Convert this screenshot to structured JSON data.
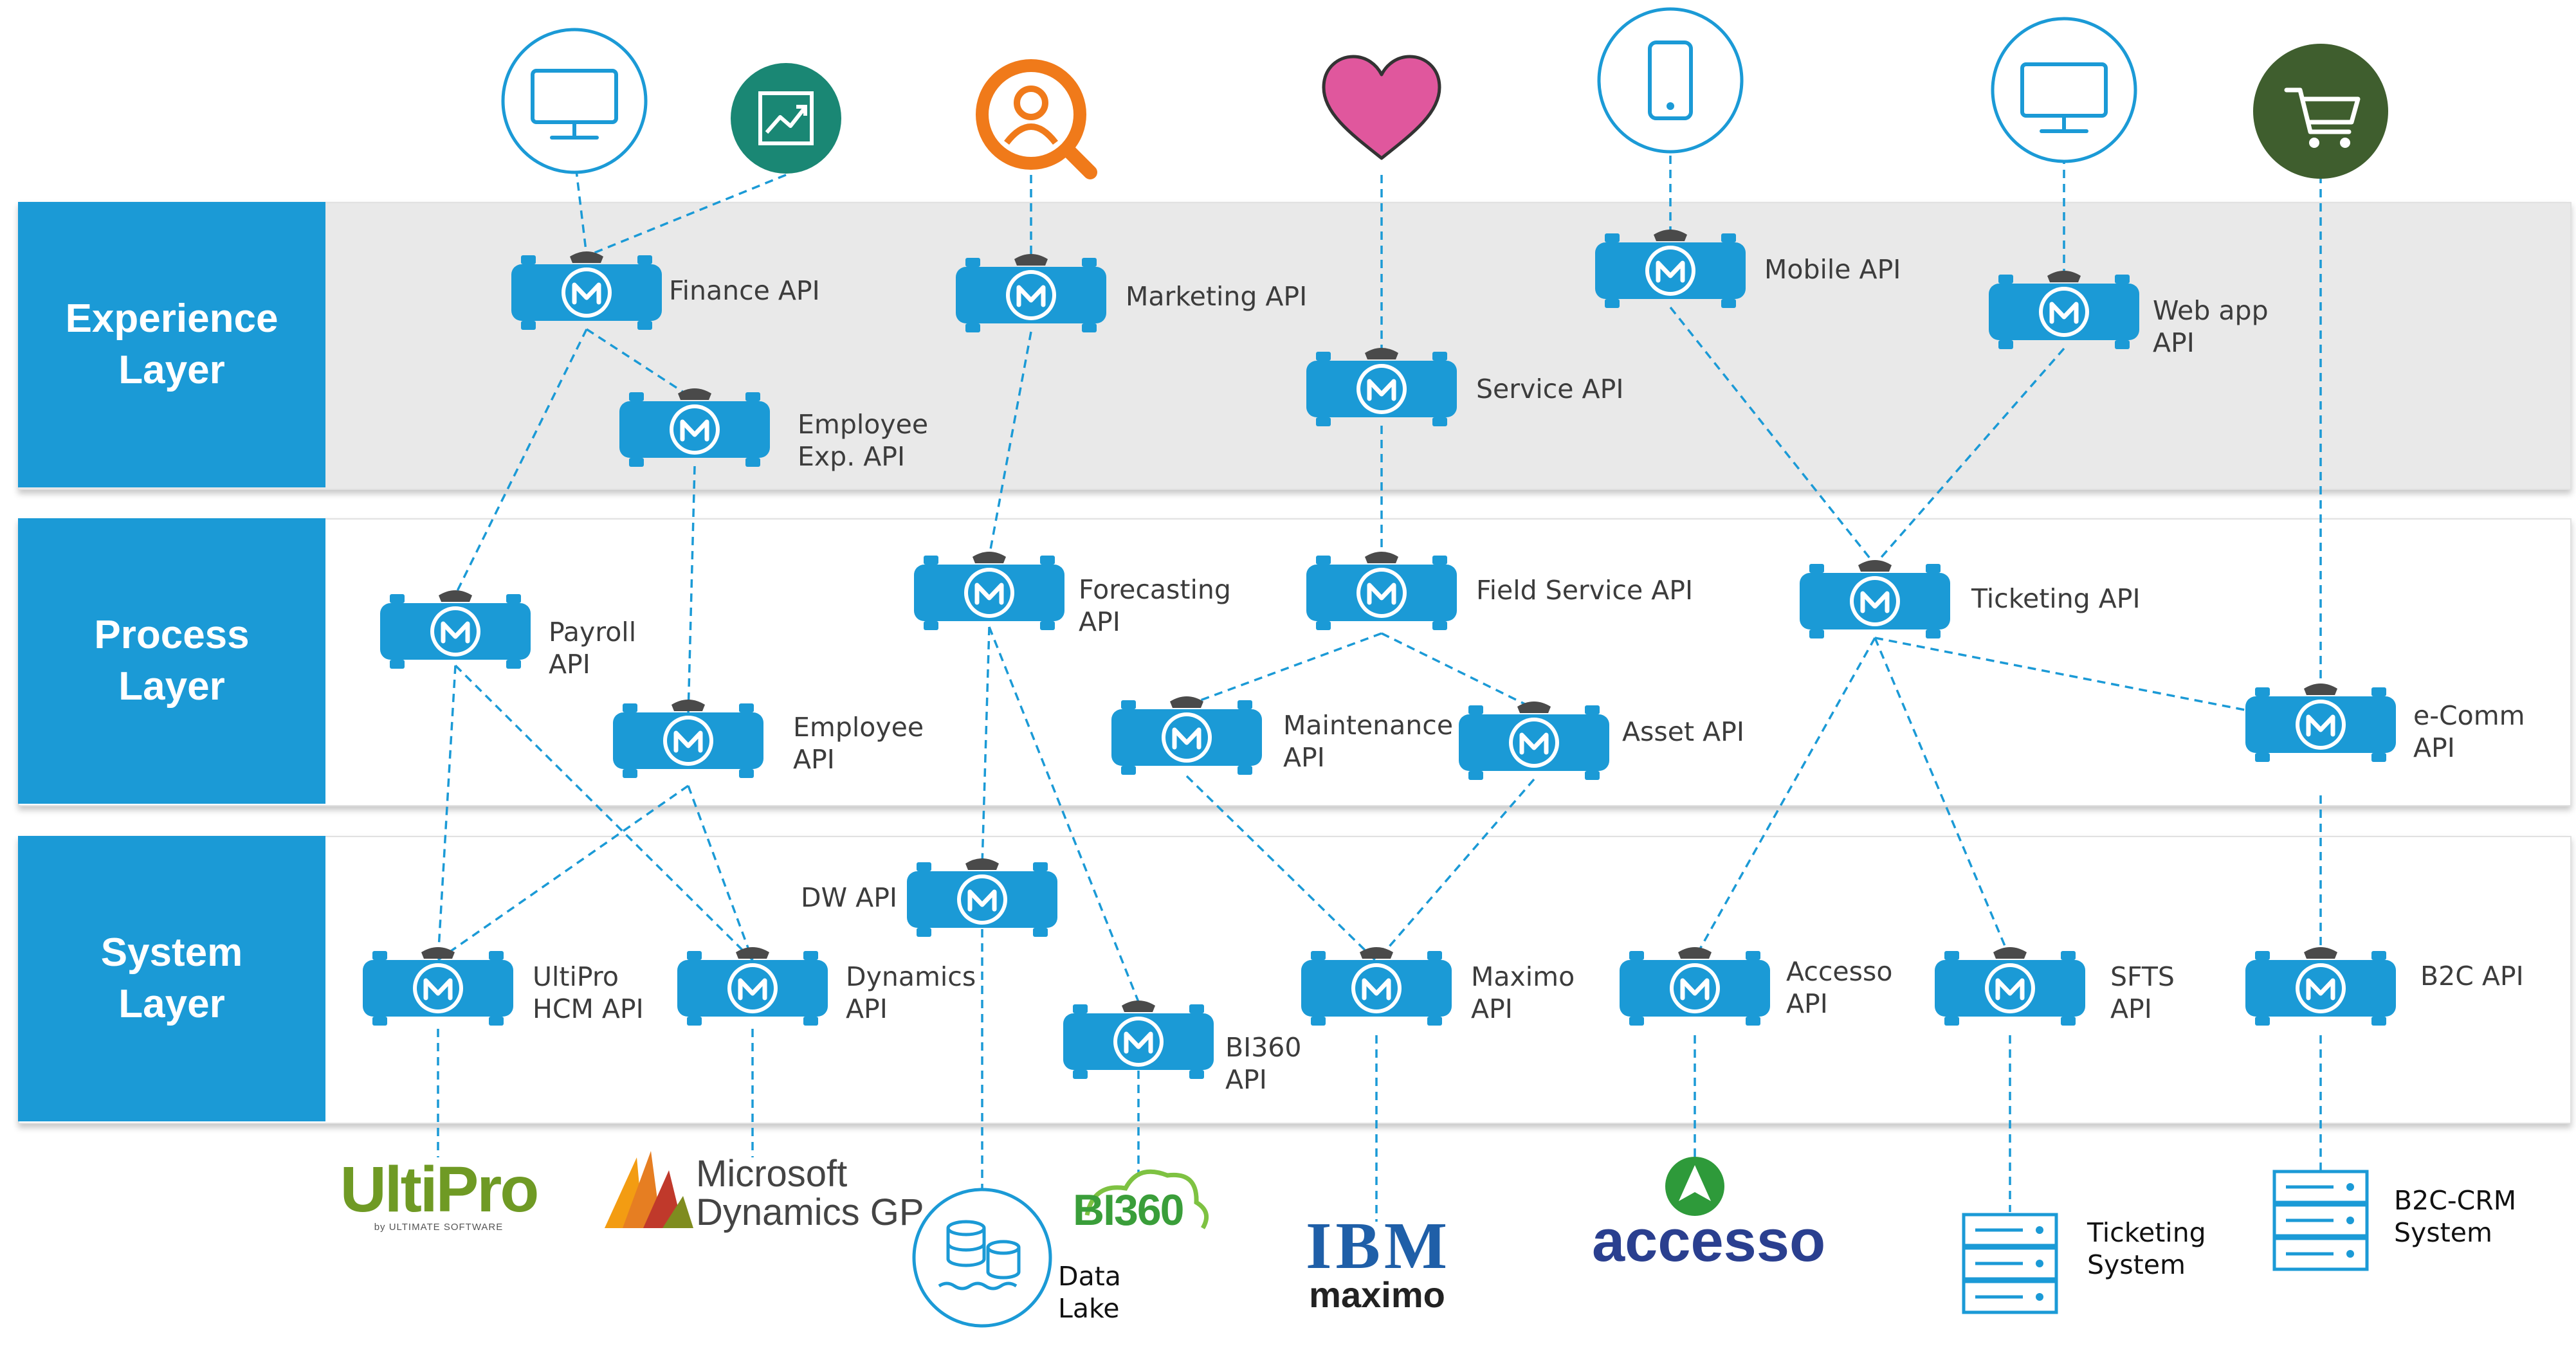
{
  "layers": {
    "experience": [
      "Experience",
      "Layer"
    ],
    "process": [
      "Process",
      "Layer"
    ],
    "system": [
      "System",
      "Layer"
    ]
  },
  "apis": {
    "finance": [
      "Finance API"
    ],
    "employee_exp": [
      "Employee",
      "Exp. API"
    ],
    "marketing": [
      "Marketing API"
    ],
    "service": [
      "Service API"
    ],
    "mobile": [
      "Mobile API"
    ],
    "web_app": [
      "Web app",
      "API"
    ],
    "payroll": [
      "Payroll",
      "API"
    ],
    "employee": [
      "Employee",
      "API"
    ],
    "forecasting": [
      "Forecasting",
      "API"
    ],
    "field_service": [
      "Field Service API"
    ],
    "maintenance": [
      "Maintenance",
      "API"
    ],
    "asset": [
      "Asset API"
    ],
    "ticketing": [
      "Ticketing API"
    ],
    "ecomm": [
      "e-Comm",
      "API"
    ],
    "dw": [
      "DW API"
    ],
    "ultipro_hcm": [
      "UltiPro",
      "HCM API"
    ],
    "dynamics": [
      "Dynamics",
      "API"
    ],
    "bi360": [
      "BI360",
      "API"
    ],
    "maximo": [
      "Maximo",
      "API"
    ],
    "accesso": [
      "Accesso",
      "API"
    ],
    "sfts": [
      "SFTS",
      "API"
    ],
    "b2c": [
      "B2C API"
    ]
  },
  "systems": {
    "ultipro_logo": "UltiPro",
    "ultipro_tagline": "by ULTIMATE SOFTWARE",
    "ms_line1": "Microsoft",
    "ms_line2": "Dynamics GP",
    "data_lake": [
      "Data",
      "Lake"
    ],
    "bi360_logo": "BI360",
    "ibm_logo": "IBM",
    "maximo_logo": "maximo",
    "accesso_logo": "accesso",
    "ticketing_system": [
      "Ticketing",
      "System"
    ],
    "b2c_crm_system": [
      "B2C-CRM",
      "System"
    ]
  },
  "consumer_icons": [
    "desktop-monitor-icon",
    "analytics-chart-icon",
    "user-search-icon",
    "heart-icon",
    "mobile-phone-icon",
    "desktop-monitor-icon",
    "shopping-cart-icon"
  ],
  "colors": {
    "layer_blue": "#1b9ad6",
    "api_blue": "#1b9ad6",
    "connector_blue": "#1b9ad6",
    "teal": "#1a8774",
    "orange": "#f07a1a",
    "pink": "#e0579d",
    "olive": "#3f5e2e",
    "band_gray": "#e9e9e9"
  }
}
